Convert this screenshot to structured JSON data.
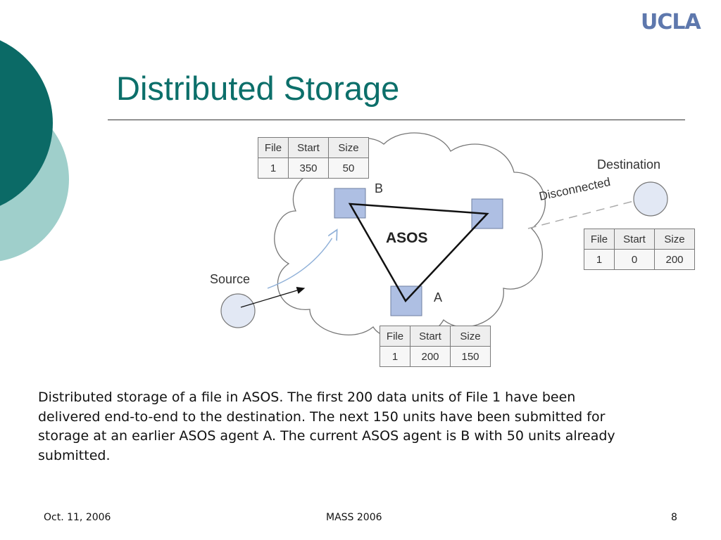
{
  "logo": "UCLA",
  "slide_title": "Distributed Storage",
  "labels": {
    "source": "Source",
    "destination": "Destination",
    "node_b": "B",
    "node_a": "A",
    "center": "ASOS",
    "disconnected": "Disconnected"
  },
  "tables": {
    "b": {
      "headers": [
        "File",
        "Start",
        "Size"
      ],
      "row": [
        "1",
        "350",
        "50"
      ]
    },
    "a": {
      "headers": [
        "File",
        "Start",
        "Size"
      ],
      "row": [
        "1",
        "200",
        "150"
      ]
    },
    "dest": {
      "headers": [
        "File",
        "Start",
        "Size"
      ],
      "row": [
        "1",
        "0",
        "200"
      ]
    }
  },
  "caption": "Distributed storage of a file in ASOS. The first 200 data units of File 1 have been delivered end-to-end to the destination. The next 150 units have been submitted for storage at an earlier ASOS agent A. The current ASOS agent is B with 50 units already submitted.",
  "footer": {
    "date": "Oct. 11, 2006",
    "event": "MASS 2006",
    "page": "8"
  },
  "colors": {
    "title": "#0c6f6a",
    "decor_dark": "#0b6a66",
    "decor_light": "#9fcfcb",
    "node_fill": "#aebfe3",
    "logo": "#5e78ad"
  }
}
